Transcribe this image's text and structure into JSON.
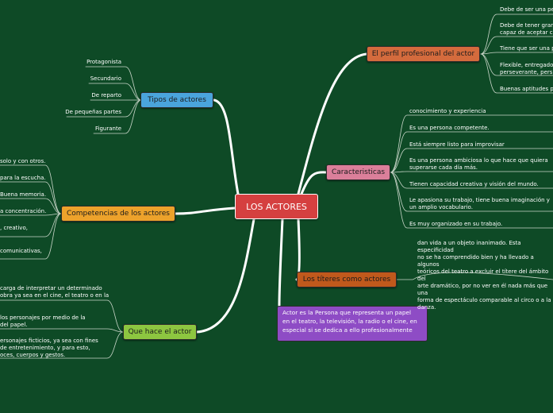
{
  "center": "LOS ACTORES",
  "perfil": {
    "label": "El perfil profesional del actor",
    "items": [
      "Debe de ser una pers",
      "Debe de tener gran c",
      "capaz de aceptar cua",
      "Tiene que ser una pe",
      "Flexible, entregado,",
      "perseverante, persis",
      "Buenas aptitudes pa"
    ]
  },
  "caracteristicas": {
    "label": "Caracteristicas",
    "items": [
      "conocimiento y experiencia",
      "Es una persona competente.",
      "Está siempre listo para improvisar",
      "Es una persona ambiciosa lo que hace que quiera",
      "superarse cada día más.",
      "Tienen capacidad creativa y visión del mundo.",
      "Le apasiona su trabajo, tiene buena imaginación y",
      "un amplio vocabulario.",
      "Es muy organizado en su trabajo."
    ]
  },
  "titeres": {
    "label": "Los títeres como actores",
    "lines": [
      "dan vida a un objeto inanimado. Esta especificidad",
      "no se ha comprendido bien y ha llevado a algunos",
      "teóricos del teatro a excluir el títere del ámbito del",
      "arte dramático, por no ver en él nada más que una",
      "forma de espectáculo comparable al circo o a la",
      "danza."
    ]
  },
  "note": {
    "lines": [
      "Actor es la Persona que representa un papel",
      "en el teatro, la televisión, la radio o el cine, en",
      "especial si se dedica a ello profesionalmente"
    ]
  },
  "tipos": {
    "label": "Tipos de actores",
    "items": [
      "Protagonista",
      "Secundario",
      "De reparto",
      "De pequeñas partes",
      "Figurante"
    ]
  },
  "competencias": {
    "label": "Competencias de los actores",
    "items": [
      "solo y con otros.",
      "para la escucha.",
      "Buena memoria.",
      "a concentración.",
      ", creativo,",
      "comunicativas,"
    ]
  },
  "quehace": {
    "label": "Que hace el actor",
    "items": [
      "carga de interpretar un determinado",
      "obra ya sea en el cine, el teatro o en la",
      "los personajes por medio de la",
      "del papel.",
      "ersonajes ficticios, ya sea con fines",
      "de entretenimiento, y para esto,",
      "oces, cuerpos y gestos."
    ]
  },
  "colors": {
    "background": "#0e4a26",
    "center": "#d54040",
    "perfil": "#d46b3d",
    "caracteristicas": "#db7f9a",
    "titeres": "#c0591c",
    "note": "#8e4cc5",
    "tipos": "#4aa4dc",
    "competencias": "#eda22b",
    "quehace": "#8dc640"
  }
}
